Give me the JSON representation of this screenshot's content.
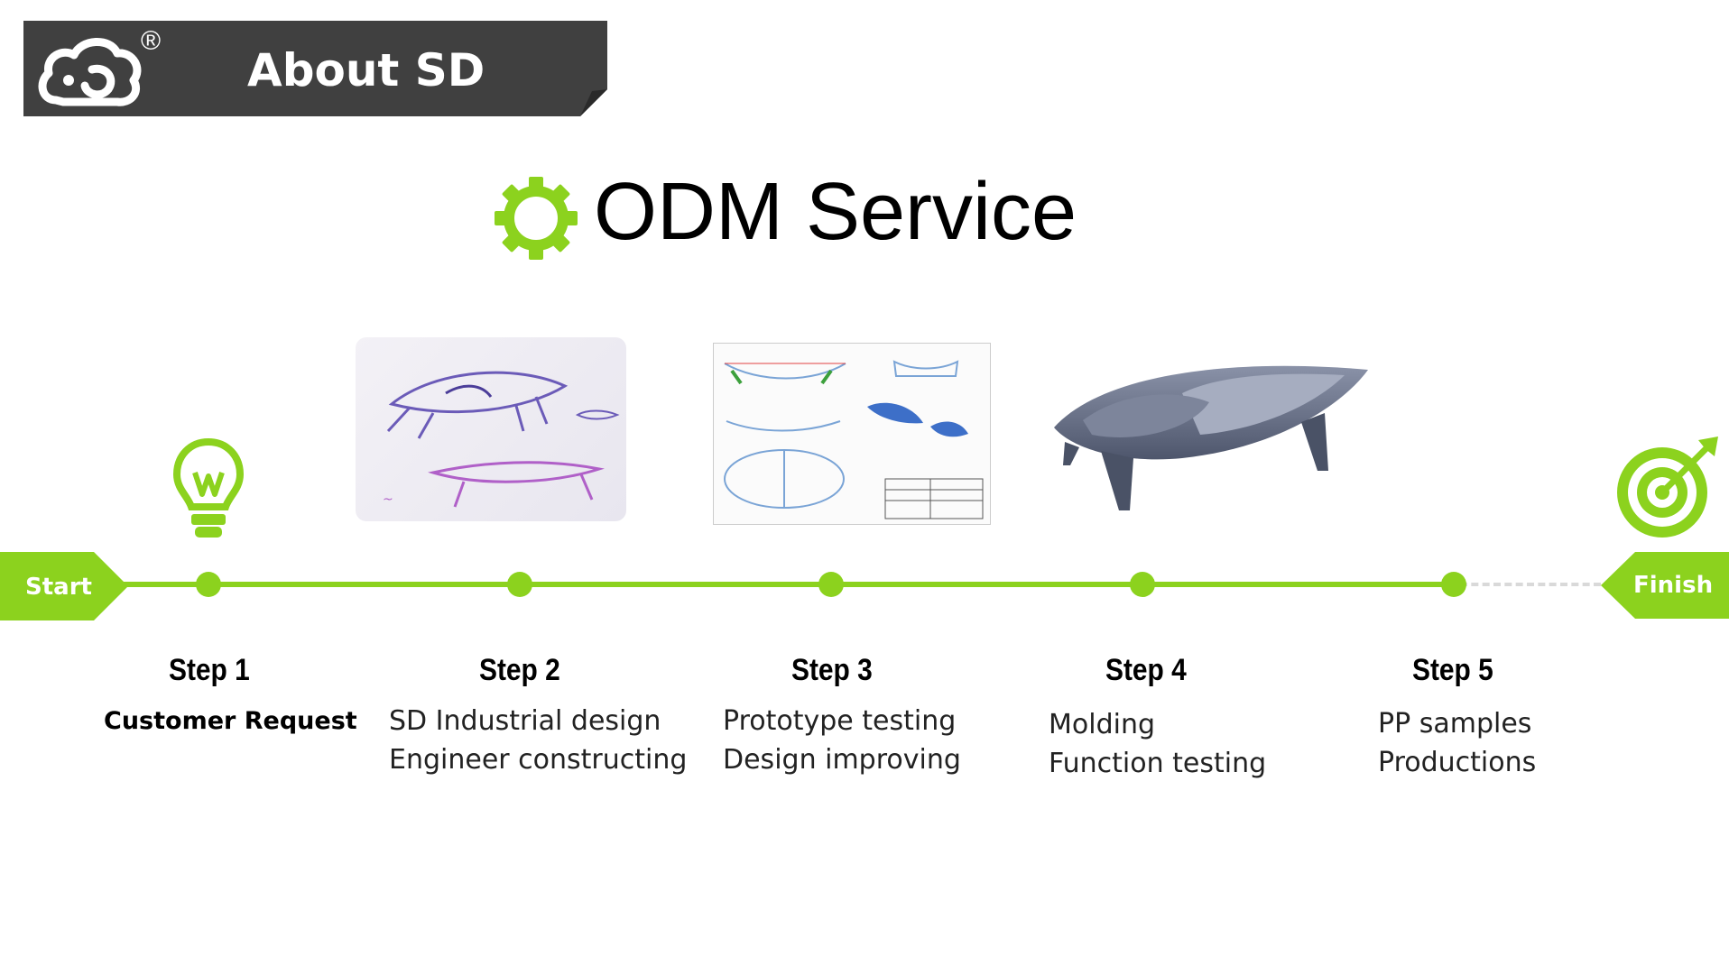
{
  "header": {
    "title": "About SD",
    "registered_mark": "®",
    "logo_icon": "cloud-face-logo-icon"
  },
  "main_title": {
    "text": "ODM Service",
    "icon": "gear-icon"
  },
  "colors": {
    "accent": "#8cd21e",
    "header_bg": "#404040",
    "dash": "#d9d9d9"
  },
  "timeline": {
    "start_label": "Start",
    "finish_label": "Finish",
    "start_icon": "lightbulb-icon",
    "finish_icon": "target-arrow-icon"
  },
  "steps": [
    {
      "title": "Step 1",
      "lines": [
        "Customer Request"
      ]
    },
    {
      "title": "Step 2",
      "lines": [
        "SD Industrial design",
        "Engineer constructing"
      ]
    },
    {
      "title": "Step 3",
      "lines": [
        "Prototype testing",
        "Design improving"
      ]
    },
    {
      "title": "Step 4",
      "lines": [
        "Molding",
        "Function testing"
      ]
    },
    {
      "title": "Step 5",
      "lines": [
        "PP samples",
        "Productions"
      ]
    }
  ]
}
